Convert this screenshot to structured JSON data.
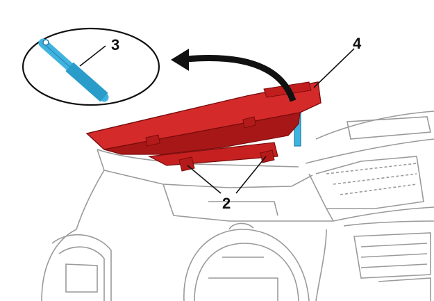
{
  "callouts": {
    "tool": "3",
    "panel": "4",
    "clips": "2"
  },
  "colors": {
    "panel_red": "#d42a2a",
    "panel_dark": "#a81717",
    "tool_blue": "#3fb3e0",
    "line_gray": "#9a9a9a",
    "ink": "#111111"
  },
  "icons": [
    "removal-arrow-icon",
    "tool-zoom-icon"
  ]
}
